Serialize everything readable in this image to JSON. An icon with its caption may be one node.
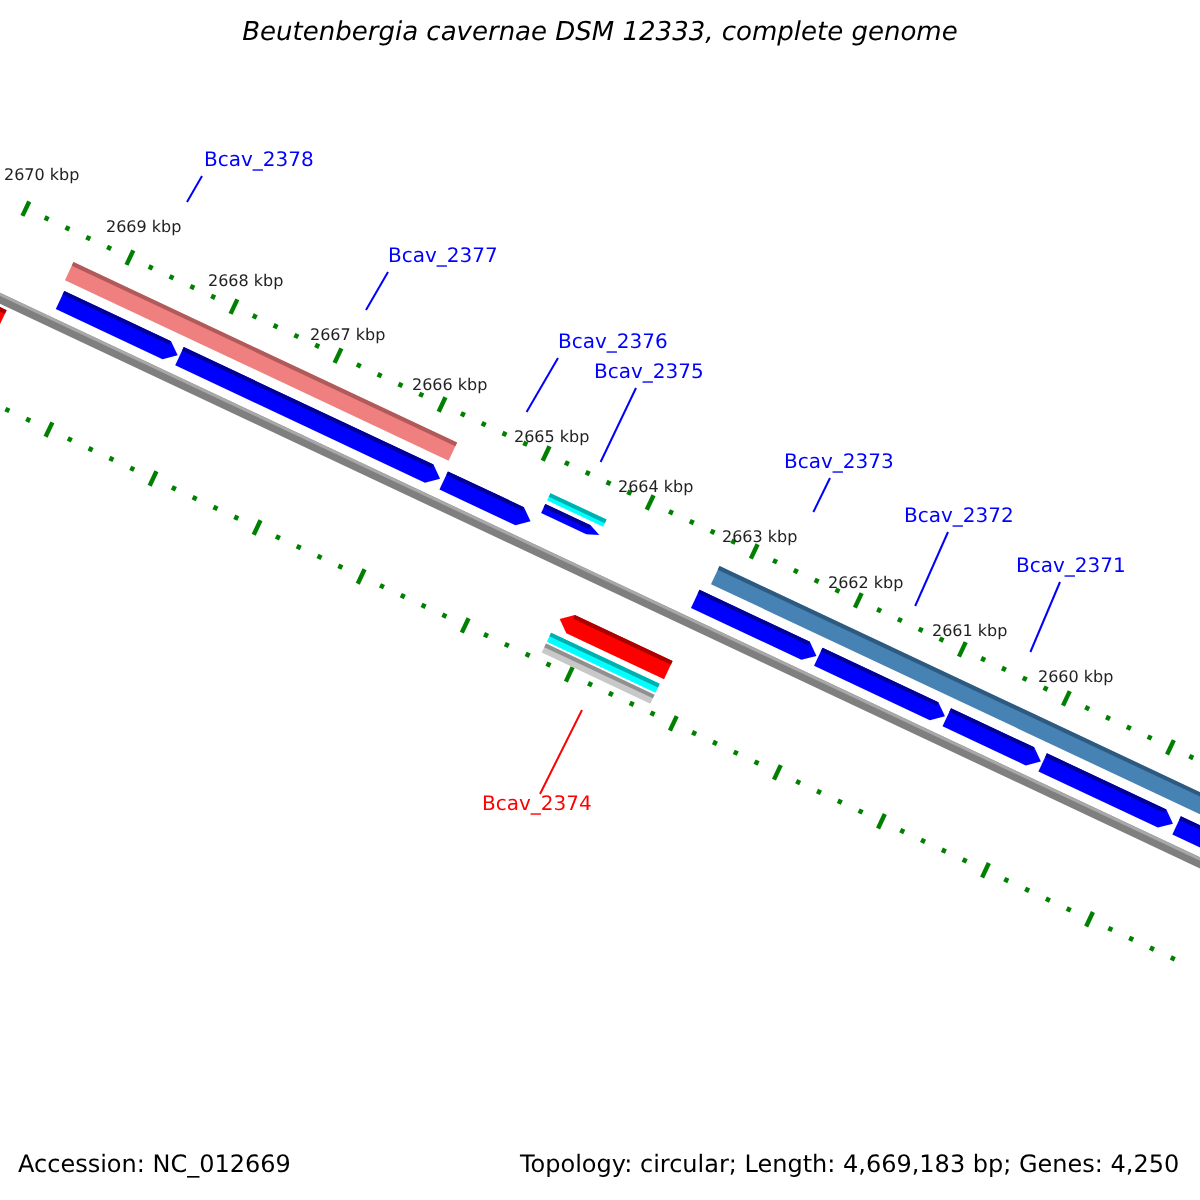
{
  "diagram": {
    "title": "Beutenbergia cavernae DSM 12333, complete genome",
    "nodes": [
      {
        "text": [
          "Bcav_2378"
        ]
      },
      {
        "text": [
          "Bcav_2377"
        ]
      },
      {
        "text": [
          "Bcav_2376"
        ]
      },
      {
        "text": [
          "Bcav_2375"
        ]
      },
      {
        "text": [
          "Bcav_2373"
        ]
      },
      {
        "text": [
          "Bcav_2372"
        ]
      },
      {
        "text": [
          "Bcav_2371"
        ]
      },
      {
        "text": [
          "Bcav_2374"
        ]
      }
    ],
    "edges": [
      {
        "from": 0,
        "to": null,
        "arrow": "none"
      },
      {
        "from": 1,
        "to": null,
        "arrow": "none"
      },
      {
        "from": 2,
        "to": null,
        "arrow": "none"
      },
      {
        "from": 3,
        "to": null,
        "arrow": "none"
      },
      {
        "from": 4,
        "to": null,
        "arrow": "none"
      },
      {
        "from": 5,
        "to": null,
        "arrow": "none"
      },
      {
        "from": 6,
        "to": null,
        "arrow": "none"
      },
      {
        "from": 7,
        "to": null,
        "arrow": "none",
        "color": "#ff0000"
      }
    ],
    "labels": [
      "2670 kbp",
      "2669 kbp",
      "2668 kbp",
      "2667 kbp",
      "2666 kbp",
      "2665 kbp",
      "2664 kbp",
      "2663 kbp",
      "2662 kbp",
      "2661 kbp",
      "2660 kbp",
      "Accession: NC_012669",
      "Topology: circular; Length: 4,669,183 bp; Genes: 4,250"
    ]
  }
}
